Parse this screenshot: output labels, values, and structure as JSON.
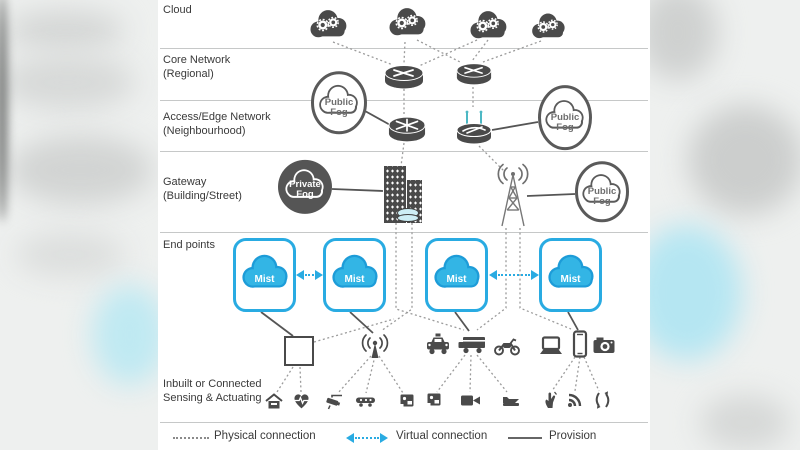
{
  "diagram": {
    "title_context": "Fog/Mist computing network hierarchy diagram",
    "layer_labels": [
      {
        "lines": [
          "Cloud"
        ]
      },
      {
        "lines": [
          "Core Network",
          "(Regional)"
        ]
      },
      {
        "lines": [
          "Access/Edge Network",
          "(Neighbourhood)"
        ]
      },
      {
        "lines": [
          "Gateway",
          "(Building/Street)"
        ]
      },
      {
        "lines": [
          "End points"
        ]
      },
      {
        "lines": [
          "Inbuilt or Connected",
          "Sensing & Actuating"
        ]
      }
    ],
    "fog_nodes": [
      {
        "id": "public-fog-core",
        "line1": "Public",
        "line2": "Fog",
        "style": "outline"
      },
      {
        "id": "public-fog-access",
        "line1": "Public",
        "line2": "Fog",
        "style": "outline"
      },
      {
        "id": "private-fog-gateway",
        "line1": "Private",
        "line2": "Fog",
        "style": "filled"
      },
      {
        "id": "public-fog-gateway",
        "line1": "Public",
        "line2": "Fog",
        "style": "outline"
      }
    ],
    "mist_boxes": [
      {
        "label": "Mist"
      },
      {
        "label": "Mist"
      },
      {
        "label": "Mist"
      },
      {
        "label": "Mist"
      }
    ],
    "legend": [
      {
        "type": "physical",
        "label": "Physical connection"
      },
      {
        "type": "virtual",
        "label": "Virtual connection"
      },
      {
        "type": "provision",
        "label": "Provision"
      }
    ],
    "icon_names": [
      "gear-cloud-icon",
      "core-router-icon",
      "edge-router-icon",
      "wireless-router-icon",
      "building-icon",
      "cell-tower-icon",
      "mist-cloud-icon",
      "gateway-box-icon",
      "access-point-icon",
      "taxi-icon",
      "truck-icon",
      "motorcycle-icon",
      "laptop-icon",
      "smartphone-icon",
      "camera-icon",
      "smart-home-icon",
      "heart-rate-icon",
      "cctv-icon",
      "vehicle-sensor-icon",
      "chip-module-icon",
      "video-camera-icon",
      "scanner-icon",
      "hand-gesture-icon",
      "rss-icon",
      "shuffle-arrows-icon"
    ],
    "colors": {
      "mist_cyan": "#29abe2",
      "icon_dark": "#4a4a4a",
      "antenna_teal": "#4db8c4",
      "physical_line": "#9b9b9b",
      "provision_line": "#555555",
      "separator": "#c6c8c8",
      "text": "#3a3a3a"
    }
  }
}
